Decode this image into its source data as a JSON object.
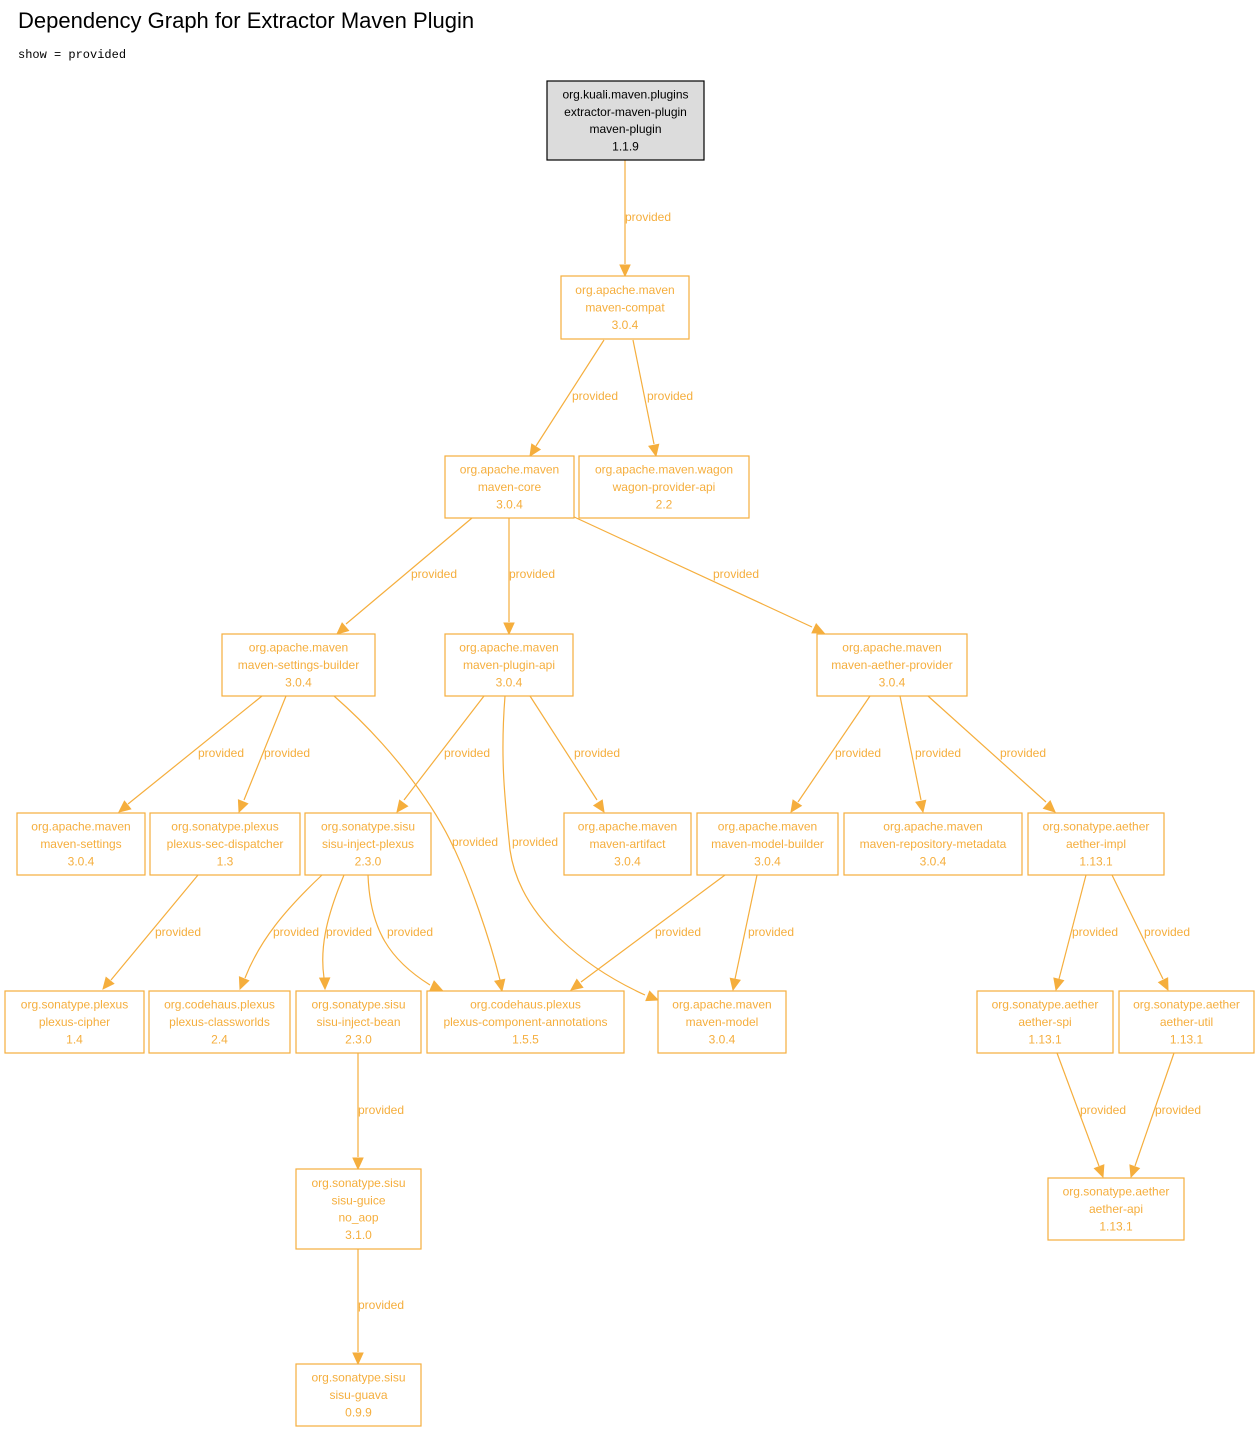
{
  "title": "Dependency Graph for Extractor Maven Plugin",
  "subtitle": "show = provided",
  "colors": {
    "accent": "#f5ae3d",
    "root_fill": "#dcdcdc",
    "root_stroke": "#000000"
  },
  "nodes": {
    "root": [
      "org.kuali.maven.plugins",
      "extractor-maven-plugin",
      "maven-plugin",
      "1.1.9"
    ],
    "maven_compat": [
      "org.apache.maven",
      "maven-compat",
      "3.0.4"
    ],
    "maven_core": [
      "org.apache.maven",
      "maven-core",
      "3.0.4"
    ],
    "wagon_provider_api": [
      "org.apache.maven.wagon",
      "wagon-provider-api",
      "2.2"
    ],
    "maven_settings_builder": [
      "org.apache.maven",
      "maven-settings-builder",
      "3.0.4"
    ],
    "maven_plugin_api": [
      "org.apache.maven",
      "maven-plugin-api",
      "3.0.4"
    ],
    "maven_aether_provider": [
      "org.apache.maven",
      "maven-aether-provider",
      "3.0.4"
    ],
    "maven_settings": [
      "org.apache.maven",
      "maven-settings",
      "3.0.4"
    ],
    "plexus_sec_dispatcher": [
      "org.sonatype.plexus",
      "plexus-sec-dispatcher",
      "1.3"
    ],
    "sisu_inject_plexus": [
      "org.sonatype.sisu",
      "sisu-inject-plexus",
      "2.3.0"
    ],
    "maven_artifact": [
      "org.apache.maven",
      "maven-artifact",
      "3.0.4"
    ],
    "maven_model_builder": [
      "org.apache.maven",
      "maven-model-builder",
      "3.0.4"
    ],
    "maven_repository_metadata": [
      "org.apache.maven",
      "maven-repository-metadata",
      "3.0.4"
    ],
    "aether_impl": [
      "org.sonatype.aether",
      "aether-impl",
      "1.13.1"
    ],
    "plexus_cipher": [
      "org.sonatype.plexus",
      "plexus-cipher",
      "1.4"
    ],
    "plexus_classworlds": [
      "org.codehaus.plexus",
      "plexus-classworlds",
      "2.4"
    ],
    "sisu_inject_bean": [
      "org.sonatype.sisu",
      "sisu-inject-bean",
      "2.3.0"
    ],
    "plexus_component_annotations": [
      "org.codehaus.plexus",
      "plexus-component-annotations",
      "1.5.5"
    ],
    "maven_model": [
      "org.apache.maven",
      "maven-model",
      "3.0.4"
    ],
    "aether_spi": [
      "org.sonatype.aether",
      "aether-spi",
      "1.13.1"
    ],
    "aether_util": [
      "org.sonatype.aether",
      "aether-util",
      "1.13.1"
    ],
    "sisu_guice": [
      "org.sonatype.sisu",
      "sisu-guice",
      "no_aop",
      "3.1.0"
    ],
    "aether_api": [
      "org.sonatype.aether",
      "aether-api",
      "1.13.1"
    ],
    "sisu_guava": [
      "org.sonatype.sisu",
      "sisu-guava",
      "0.9.9"
    ]
  },
  "edges": [
    {
      "from": "root",
      "to": "maven_compat",
      "label": "provided"
    },
    {
      "from": "maven_compat",
      "to": "maven_core",
      "label": "provided"
    },
    {
      "from": "maven_compat",
      "to": "wagon_provider_api",
      "label": "provided"
    },
    {
      "from": "maven_core",
      "to": "maven_settings_builder",
      "label": "provided"
    },
    {
      "from": "maven_core",
      "to": "maven_plugin_api",
      "label": "provided"
    },
    {
      "from": "maven_core",
      "to": "maven_aether_provider",
      "label": "provided"
    },
    {
      "from": "maven_settings_builder",
      "to": "maven_settings",
      "label": "provided"
    },
    {
      "from": "maven_settings_builder",
      "to": "plexus_sec_dispatcher",
      "label": "provided"
    },
    {
      "from": "maven_settings_builder",
      "to": "plexus_component_annotations",
      "label": "provided"
    },
    {
      "from": "maven_plugin_api",
      "to": "sisu_inject_plexus",
      "label": "provided"
    },
    {
      "from": "maven_plugin_api",
      "to": "maven_model",
      "label": "provided"
    },
    {
      "from": "maven_plugin_api",
      "to": "maven_artifact",
      "label": "provided"
    },
    {
      "from": "maven_aether_provider",
      "to": "maven_model_builder",
      "label": "provided"
    },
    {
      "from": "maven_aether_provider",
      "to": "maven_repository_metadata",
      "label": "provided"
    },
    {
      "from": "maven_aether_provider",
      "to": "aether_impl",
      "label": "provided"
    },
    {
      "from": "plexus_sec_dispatcher",
      "to": "plexus_cipher",
      "label": "provided"
    },
    {
      "from": "sisu_inject_plexus",
      "to": "plexus_classworlds",
      "label": "provided"
    },
    {
      "from": "sisu_inject_plexus",
      "to": "sisu_inject_bean",
      "label": "provided"
    },
    {
      "from": "sisu_inject_plexus",
      "to": "plexus_component_annotations",
      "label": "provided"
    },
    {
      "from": "maven_model_builder",
      "to": "plexus_component_annotations",
      "label": "provided"
    },
    {
      "from": "maven_model_builder",
      "to": "maven_model",
      "label": "provided"
    },
    {
      "from": "aether_impl",
      "to": "aether_spi",
      "label": "provided"
    },
    {
      "from": "aether_impl",
      "to": "aether_util",
      "label": "provided"
    },
    {
      "from": "sisu_inject_bean",
      "to": "sisu_guice",
      "label": "provided"
    },
    {
      "from": "aether_spi",
      "to": "aether_api",
      "label": "provided"
    },
    {
      "from": "aether_util",
      "to": "aether_api",
      "label": "provided"
    },
    {
      "from": "sisu_guice",
      "to": "sisu_guava",
      "label": "provided"
    }
  ]
}
